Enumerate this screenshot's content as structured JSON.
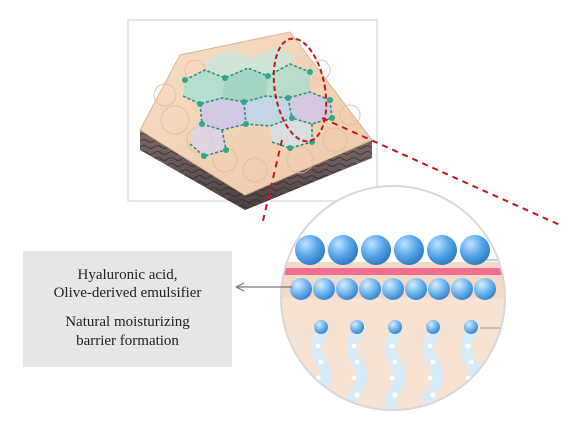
{
  "callout": {
    "ingredients_line1": "Hyaluronic acid,",
    "ingredients_line2": "Olive-derived emulsifier",
    "effect_line1": "Natural moisturizing",
    "effect_line2": "barrier formation"
  },
  "colors": {
    "bubble_blue": "#5aa8ea",
    "barrier_pink": "#f06e8e",
    "skin_peach": "#f8e2d2",
    "zoom_dash_red": "#c4161c",
    "cell_teal": "#7fd6c8",
    "cell_lavender": "#c9c6f0",
    "node_teal": "#2ea88f"
  }
}
